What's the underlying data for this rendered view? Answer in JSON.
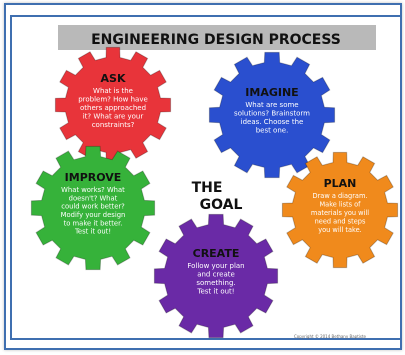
{
  "title": "ENGINEERING DESIGN PROCESS",
  "center": {
    "line1": "THE",
    "line2": "GOAL"
  },
  "steps": {
    "ask": {
      "title": "ASK",
      "lines": [
        "What is the",
        "problem? How have",
        "others approached",
        "it? What are your",
        "constraints?"
      ],
      "color": "#e8343a"
    },
    "imagine": {
      "title": "IMAGINE",
      "lines": [
        "What are some",
        "solutions? Brainstorm",
        "ideas. Choose the",
        "best one."
      ],
      "color": "#2a4fcf"
    },
    "improve": {
      "title": "IMPROVE",
      "lines": [
        "What works? What",
        "doesn't? What",
        "could work better?",
        "Modify your design",
        "to make it better.",
        "Test it out!"
      ],
      "color": "#36b23a"
    },
    "plan": {
      "title": "PLAN",
      "lines": [
        "Draw a diagram.",
        "Make lists of",
        "materials you will",
        "need and steps",
        "you will take."
      ],
      "color": "#f08a1c"
    },
    "create": {
      "title": "CREATE",
      "lines": [
        "Follow your plan",
        "and create",
        "something.",
        "Test it out!"
      ],
      "color": "#6a2aa6"
    }
  },
  "copyright": "Copyright © 2014 Bethany Baptiste"
}
